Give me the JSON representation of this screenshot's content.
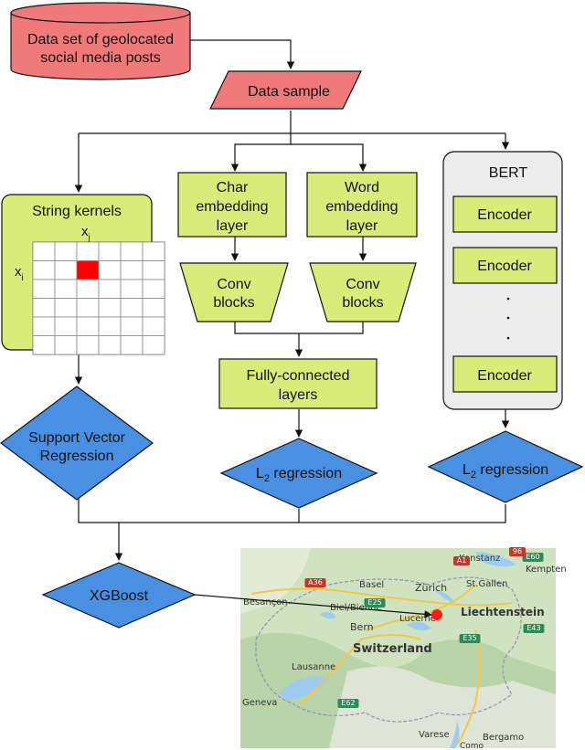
{
  "source": {
    "line1": "Data set of geolocated",
    "line2": "social media posts"
  },
  "sample": {
    "label": "Data sample"
  },
  "string_kernels": {
    "title": "String kernels",
    "xj": "x",
    "xj_sub": "j",
    "xi": "x",
    "xi_sub": "i"
  },
  "char_embedding": {
    "line1": "Char",
    "line2": "embedding",
    "line3": "layer"
  },
  "word_embedding": {
    "line1": "Word",
    "line2": "embedding",
    "line3": "layer"
  },
  "conv_char": {
    "line1": "Conv",
    "line2": "blocks"
  },
  "conv_word": {
    "line1": "Conv",
    "line2": "blocks"
  },
  "fully_connected": {
    "line1": "Fully-connected",
    "line2": "layers"
  },
  "bert": {
    "title": "BERT",
    "encoders": [
      "Encoder",
      "Encoder",
      "Encoder"
    ]
  },
  "svr": {
    "line1": "Support Vector",
    "line2": "Regression"
  },
  "l2_cnn": {
    "prefix": "L",
    "sub": "2",
    "suffix": " regression"
  },
  "l2_bert": {
    "prefix": "L",
    "sub": "2",
    "suffix": " regression"
  },
  "xgboost": {
    "label": "XGBoost"
  },
  "map": {
    "places": [
      "Konstanz",
      "Kempten",
      "St.Gallen",
      "Basel",
      "Zürich",
      "Besançon",
      "Biel/Bienne",
      "Liechtenstein",
      "Bern",
      "Lucerne",
      "Switzerland",
      "Lausanne",
      "Geneva",
      "Varese",
      "Bergamo",
      "Como"
    ],
    "roads": [
      "A36",
      "A1",
      "E25",
      "E35",
      "E43",
      "E60",
      "E62",
      "96"
    ]
  },
  "colors": {
    "source_fill": "#f07a7a",
    "green_fill": "#d9ec7a",
    "blue_fill": "#4a90e2",
    "bert_fill": "#ececec",
    "pin": "#ff1a1a",
    "kernel_cell": "#ff0000"
  }
}
